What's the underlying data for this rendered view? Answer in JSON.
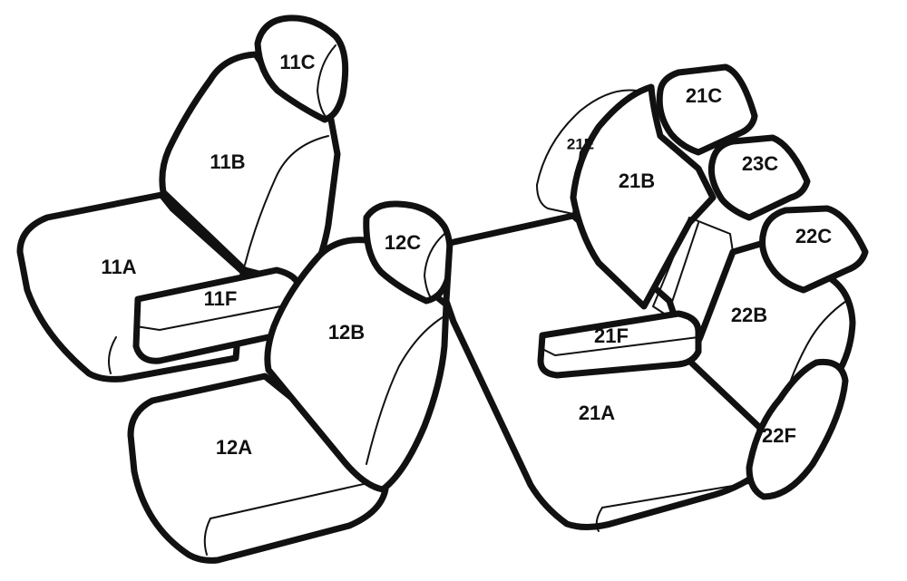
{
  "labels": {
    "l11A": "11A",
    "l11B": "11B",
    "l11C": "11C",
    "l11F": "11F",
    "l12A": "12A",
    "l12B": "12B",
    "l12C": "12C",
    "l21A": "21A",
    "l21B": "21B",
    "l21C": "21C",
    "l21E": "21E",
    "l21F": "21F",
    "l22B": "22B",
    "l22C": "22C",
    "l22F": "22F",
    "l23C": "23C"
  }
}
